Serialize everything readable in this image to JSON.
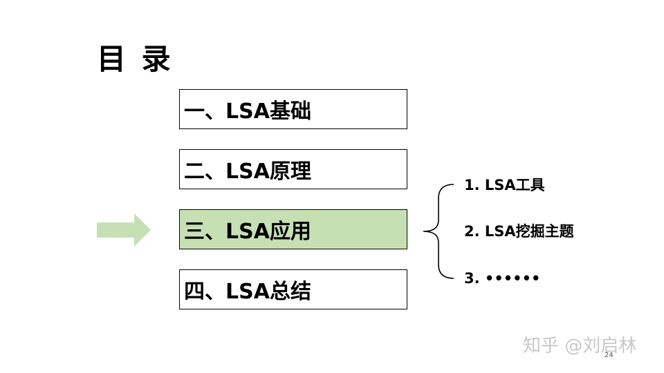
{
  "slide": {
    "title": "目 录",
    "items": [
      {
        "label": "一、LSA基础"
      },
      {
        "label": "二、LSA原理"
      },
      {
        "label": "三、LSA应用"
      },
      {
        "label": "四、LSA总结"
      }
    ],
    "active_index": 2,
    "sub_items": [
      {
        "label": "1. LSA工具"
      },
      {
        "label": "2. LSA挖掘主题"
      },
      {
        "label": "3. ••••••"
      }
    ],
    "page_number": "24"
  },
  "watermark": "知乎 @刘启林",
  "colors": {
    "active_fill": "#c6e0b4",
    "arrow": "#c6e0b4",
    "border": "#000000"
  },
  "icons": {
    "pointer": "right-arrow-icon",
    "group": "curly-brace-icon"
  }
}
